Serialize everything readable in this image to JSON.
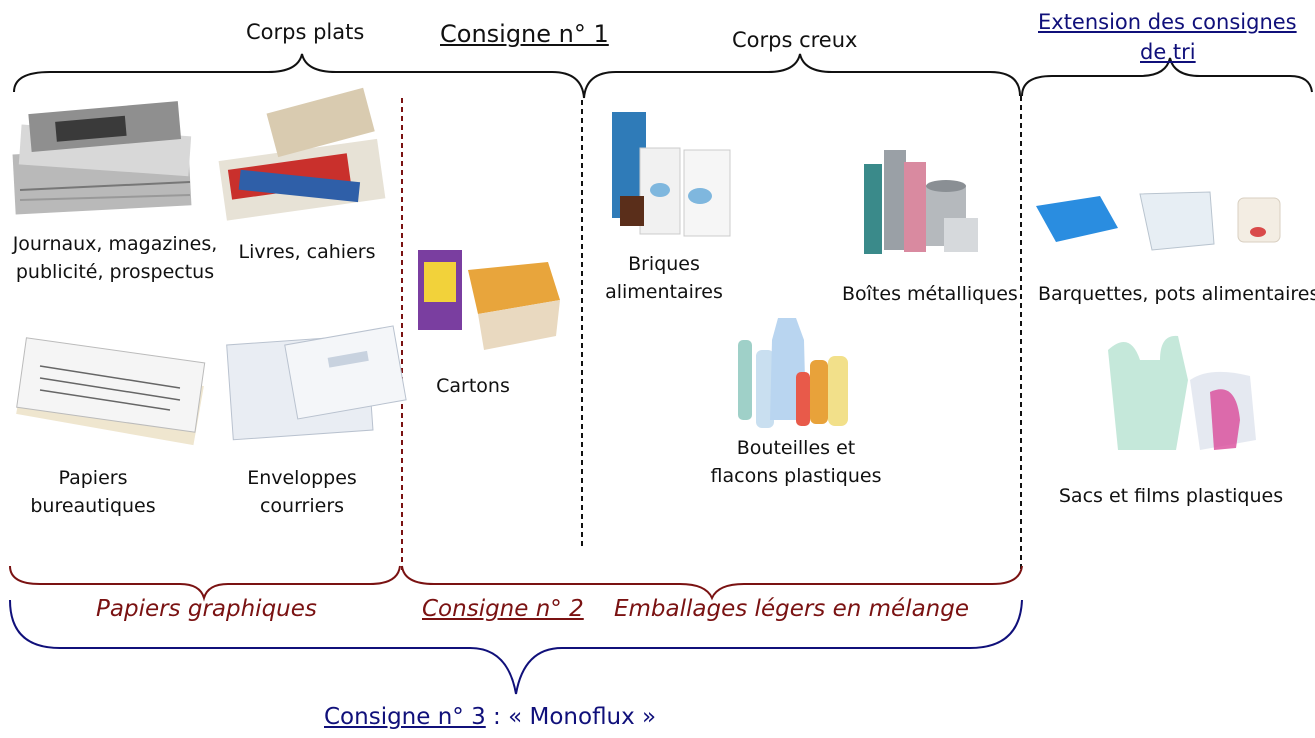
{
  "headers": {
    "corps_plats": "Corps plats",
    "consigne1": "Consigne n° 1",
    "corps_creux": "Corps creux",
    "extension_line1": "Extension des consignes",
    "extension_line2": "de tri"
  },
  "items": {
    "journaux_l1": "Journaux, magazines,",
    "journaux_l2": "publicité, prospectus",
    "livres": "Livres, cahiers",
    "papiers_l1": "Papiers",
    "papiers_l2": "bureautiques",
    "enveloppes_l1": "Enveloppes",
    "enveloppes_l2": "courriers",
    "cartons": "Cartons",
    "briques_l1": "Briques",
    "briques_l2": "alimentaires",
    "boites": "Boîtes métalliques",
    "bouteilles_l1": "Bouteilles et",
    "bouteilles_l2": "flacons plastiques",
    "barquettes": "Barquettes, pots alimentaires",
    "sacs": "Sacs et films plastiques"
  },
  "groups": {
    "papiers_graphiques": "Papiers graphiques",
    "consigne2": "Consigne n° 2",
    "emballages": "Emballages légers en mélange",
    "consigne3": "Consigne n° 3",
    "monoflux": " : « Monoflux »"
  },
  "colors": {
    "red": "#7a1212",
    "blue": "#10107a",
    "black": "#111111"
  }
}
